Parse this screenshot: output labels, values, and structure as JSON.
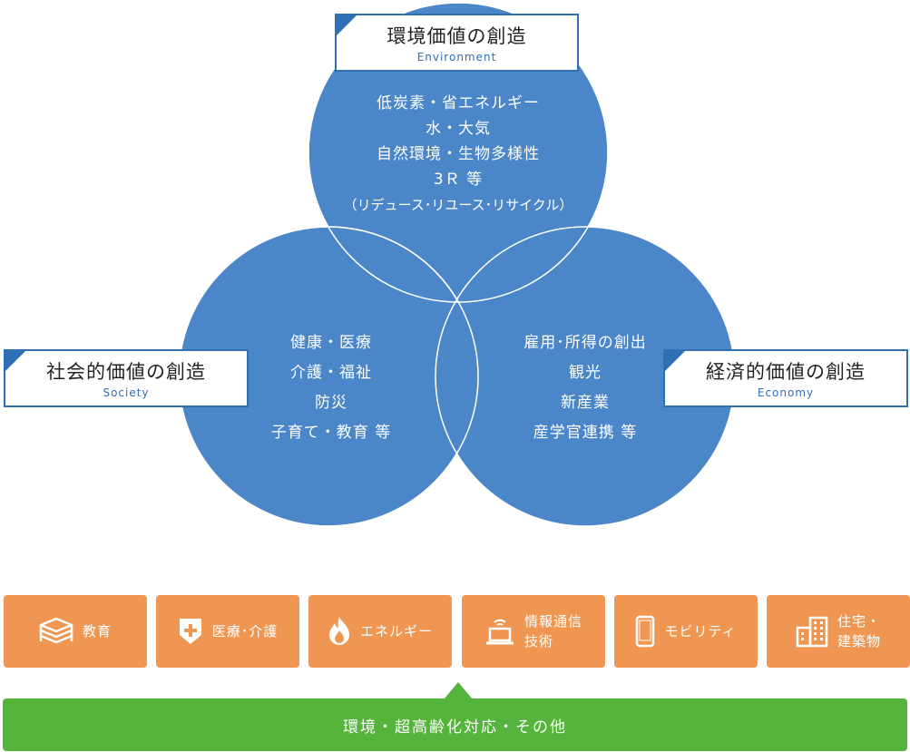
{
  "environment": {
    "title": "環境価値の創造",
    "subtitle": "Environment",
    "lines": [
      "低炭素・省エネルギー",
      "水・大気",
      "自然環境・生物多様性",
      "3Ｒ 等",
      "（リデュース･リユース･リサイクル）"
    ]
  },
  "society": {
    "title": "社会的価値の創造",
    "subtitle": "Society",
    "lines": [
      "健康・医療",
      "介護・福祉",
      "防災",
      "子育て・教育 等"
    ]
  },
  "economy": {
    "title": "経済的価値の創造",
    "subtitle": "Economy",
    "lines": [
      "雇用･所得の創出",
      "観光",
      "新産業",
      "産学官連携 等"
    ]
  },
  "categories": [
    {
      "label": "教育",
      "icon": "books-icon"
    },
    {
      "label": "医療･介護",
      "icon": "medical-cross-icon"
    },
    {
      "label": "エネルギー",
      "icon": "flame-icon"
    },
    {
      "label": "情報通信\n技術",
      "icon": "laptop-wifi-icon"
    },
    {
      "label": "モビリティ",
      "icon": "smartphone-icon"
    },
    {
      "label": "住宅・\n建築物",
      "icon": "building-icon"
    }
  ],
  "footer": {
    "label": "環境・超高齢化対応・その他"
  },
  "colors": {
    "circle": "#4a86c8",
    "accent": "#2f6fb5",
    "category": "#ef9752",
    "footer": "#55b43c"
  }
}
